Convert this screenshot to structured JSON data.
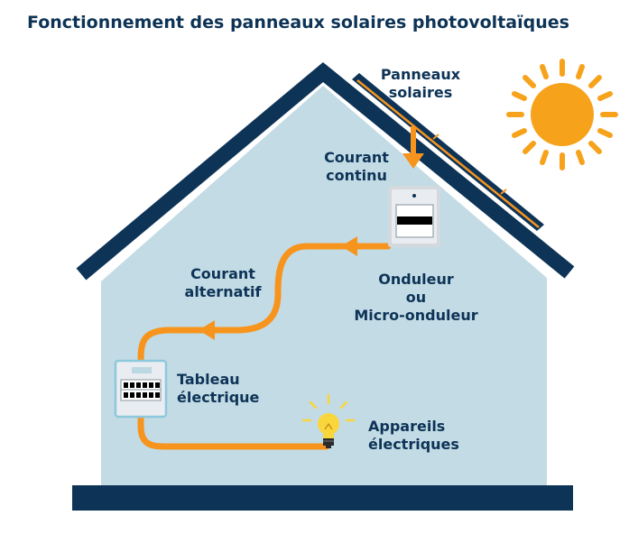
{
  "title": "Fonctionnement des panneaux solaires photovoltaïques",
  "labels": {
    "panels": [
      "Panneaux",
      "solaires"
    ],
    "dc_current": [
      "Courant",
      "continu"
    ],
    "inverter": [
      "Onduleur",
      "ou",
      "Micro-onduleur"
    ],
    "ac_current": [
      "Courant",
      "alternatif"
    ],
    "panel_board": [
      "Tableau",
      "électrique"
    ],
    "appliances": [
      "Appareils",
      "électriques"
    ]
  },
  "colors": {
    "navy": "#0d3356",
    "wall": "#c3dbe5",
    "flow": "#f7941d",
    "sun": "#f7a21b",
    "bulb": "#f8d63c",
    "device": "#e9edf1"
  }
}
